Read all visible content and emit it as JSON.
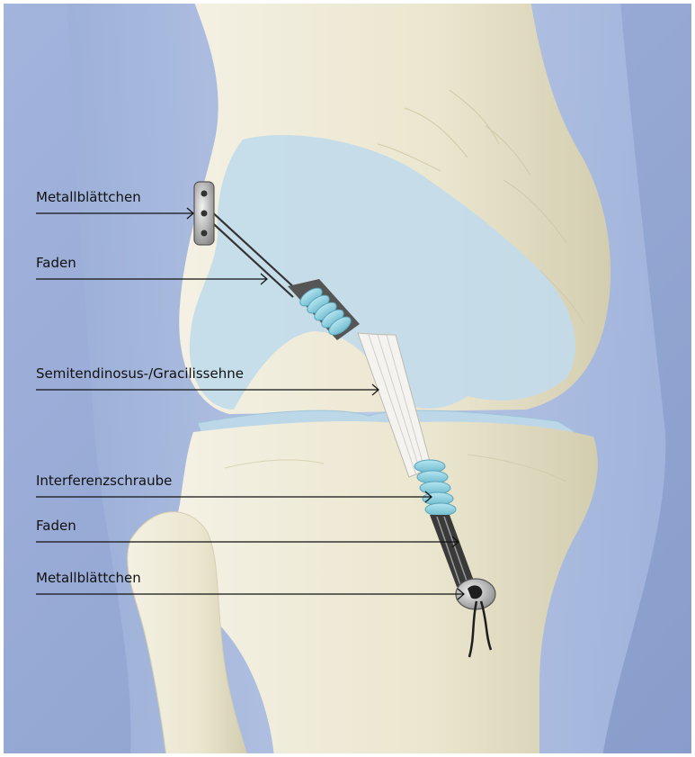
{
  "labels": [
    {
      "id": "metallblaettchen-top",
      "text": "Metallblättchen"
    },
    {
      "id": "faden-top",
      "text": "Faden"
    },
    {
      "id": "sehne",
      "text": "Semitendinosus-/Gracilissehne"
    },
    {
      "id": "schraube",
      "text": "Interferenzschraube"
    },
    {
      "id": "faden-bottom",
      "text": "Faden"
    },
    {
      "id": "metallblaettchen-bottom",
      "text": "Metallblättchen"
    }
  ],
  "colors": {
    "background": "#93a7d3",
    "bone": "#ede8d2",
    "cartilage": "#c2dbea",
    "screw": "#8fd0e0",
    "tendon": "#f4f3ef",
    "leader": "#111111"
  }
}
